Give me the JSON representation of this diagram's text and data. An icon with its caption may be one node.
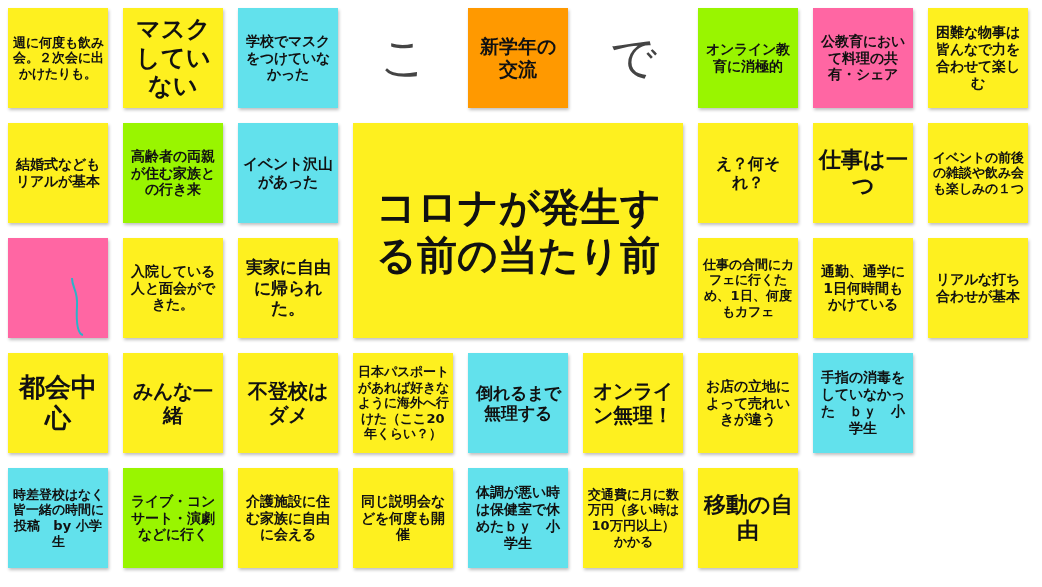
{
  "diagram": {
    "nodes": [
      {
        "text": [
          "週に何度も飲み会。２次会に出かけたりも。"
        ]
      },
      {
        "text": [
          "マスクしていない"
        ]
      },
      {
        "text": [
          "学校でマスクをつけていなかった"
        ]
      },
      {
        "text": [
          "新学年の交流"
        ]
      },
      {
        "text": [
          "オンライン教育に消極的"
        ]
      },
      {
        "text": [
          "公教育において料理の共有・シェア"
        ]
      },
      {
        "text": [
          "困難な物事は皆んなで力を合わせて楽しむ"
        ]
      },
      {
        "text": [
          "コロナが発生する前の当たり前"
        ]
      },
      {
        "text": [
          "結婚式などもリアルが基本"
        ]
      },
      {
        "text": [
          "高齢者の両親が住む家族との行き来"
        ]
      },
      {
        "text": [],
        "shape": "box"
      },
      {
        "text": [
          "イベント沢山があった"
        ]
      },
      {
        "text": [
          "入院している人と面会ができた。"
        ]
      },
      {
        "text": [
          "え？何それ？"
        ]
      },
      {
        "text": [
          "仕事は一つ"
        ]
      },
      {
        "text": [
          "仕事の合間にカフェに行くため、1日、何度もカフェ"
        ]
      },
      {
        "text": [
          "通勤、通学に1日何時間もかけている"
        ]
      },
      {
        "text": [
          "イベントの前後の雑談や飲み会も楽しみの１つ"
        ]
      },
      {
        "text": [
          "実家に自由に帰られた。"
        ]
      },
      {
        "text": [
          "都会中心"
        ]
      },
      {
        "text": [
          "みんな一緒"
        ]
      },
      {
        "text": [
          "不登校はダメ"
        ]
      },
      {
        "text": [
          "日本パスポートがあれば好きなように海外へ行けた（ここ20年くらい？）"
        ]
      },
      {
        "text": [
          "倒れるまで無理する"
        ]
      },
      {
        "text": [
          "オンライン無理！"
        ]
      },
      {
        "text": [
          "お店の立地によって売れいきが違う"
        ]
      },
      {
        "text": [
          "リアルな打ち合わせが基本"
        ]
      },
      {
        "text": [
          "時差登校はなく皆一緒の時間に投稿　by 小学生"
        ]
      },
      {
        "text": [
          "ライブ・コンサート・演劇などに行く"
        ]
      },
      {
        "text": [
          "介護施設に住む家族に自由に会える"
        ]
      },
      {
        "text": [
          "同じ説明会などを何度も開催"
        ]
      },
      {
        "text": [
          "体調が悪い時は保健室で休めたｂｙ　小学生"
        ]
      },
      {
        "text": [
          "交通費に月に数万円（多い時は10万円以上）かかる"
        ]
      },
      {
        "text": [
          "移動の自由"
        ]
      },
      {
        "text": [
          "手指の消毒をしていなかった　ｂｙ　小学生"
        ]
      }
    ],
    "labels": [
      "こ",
      "で"
    ]
  }
}
